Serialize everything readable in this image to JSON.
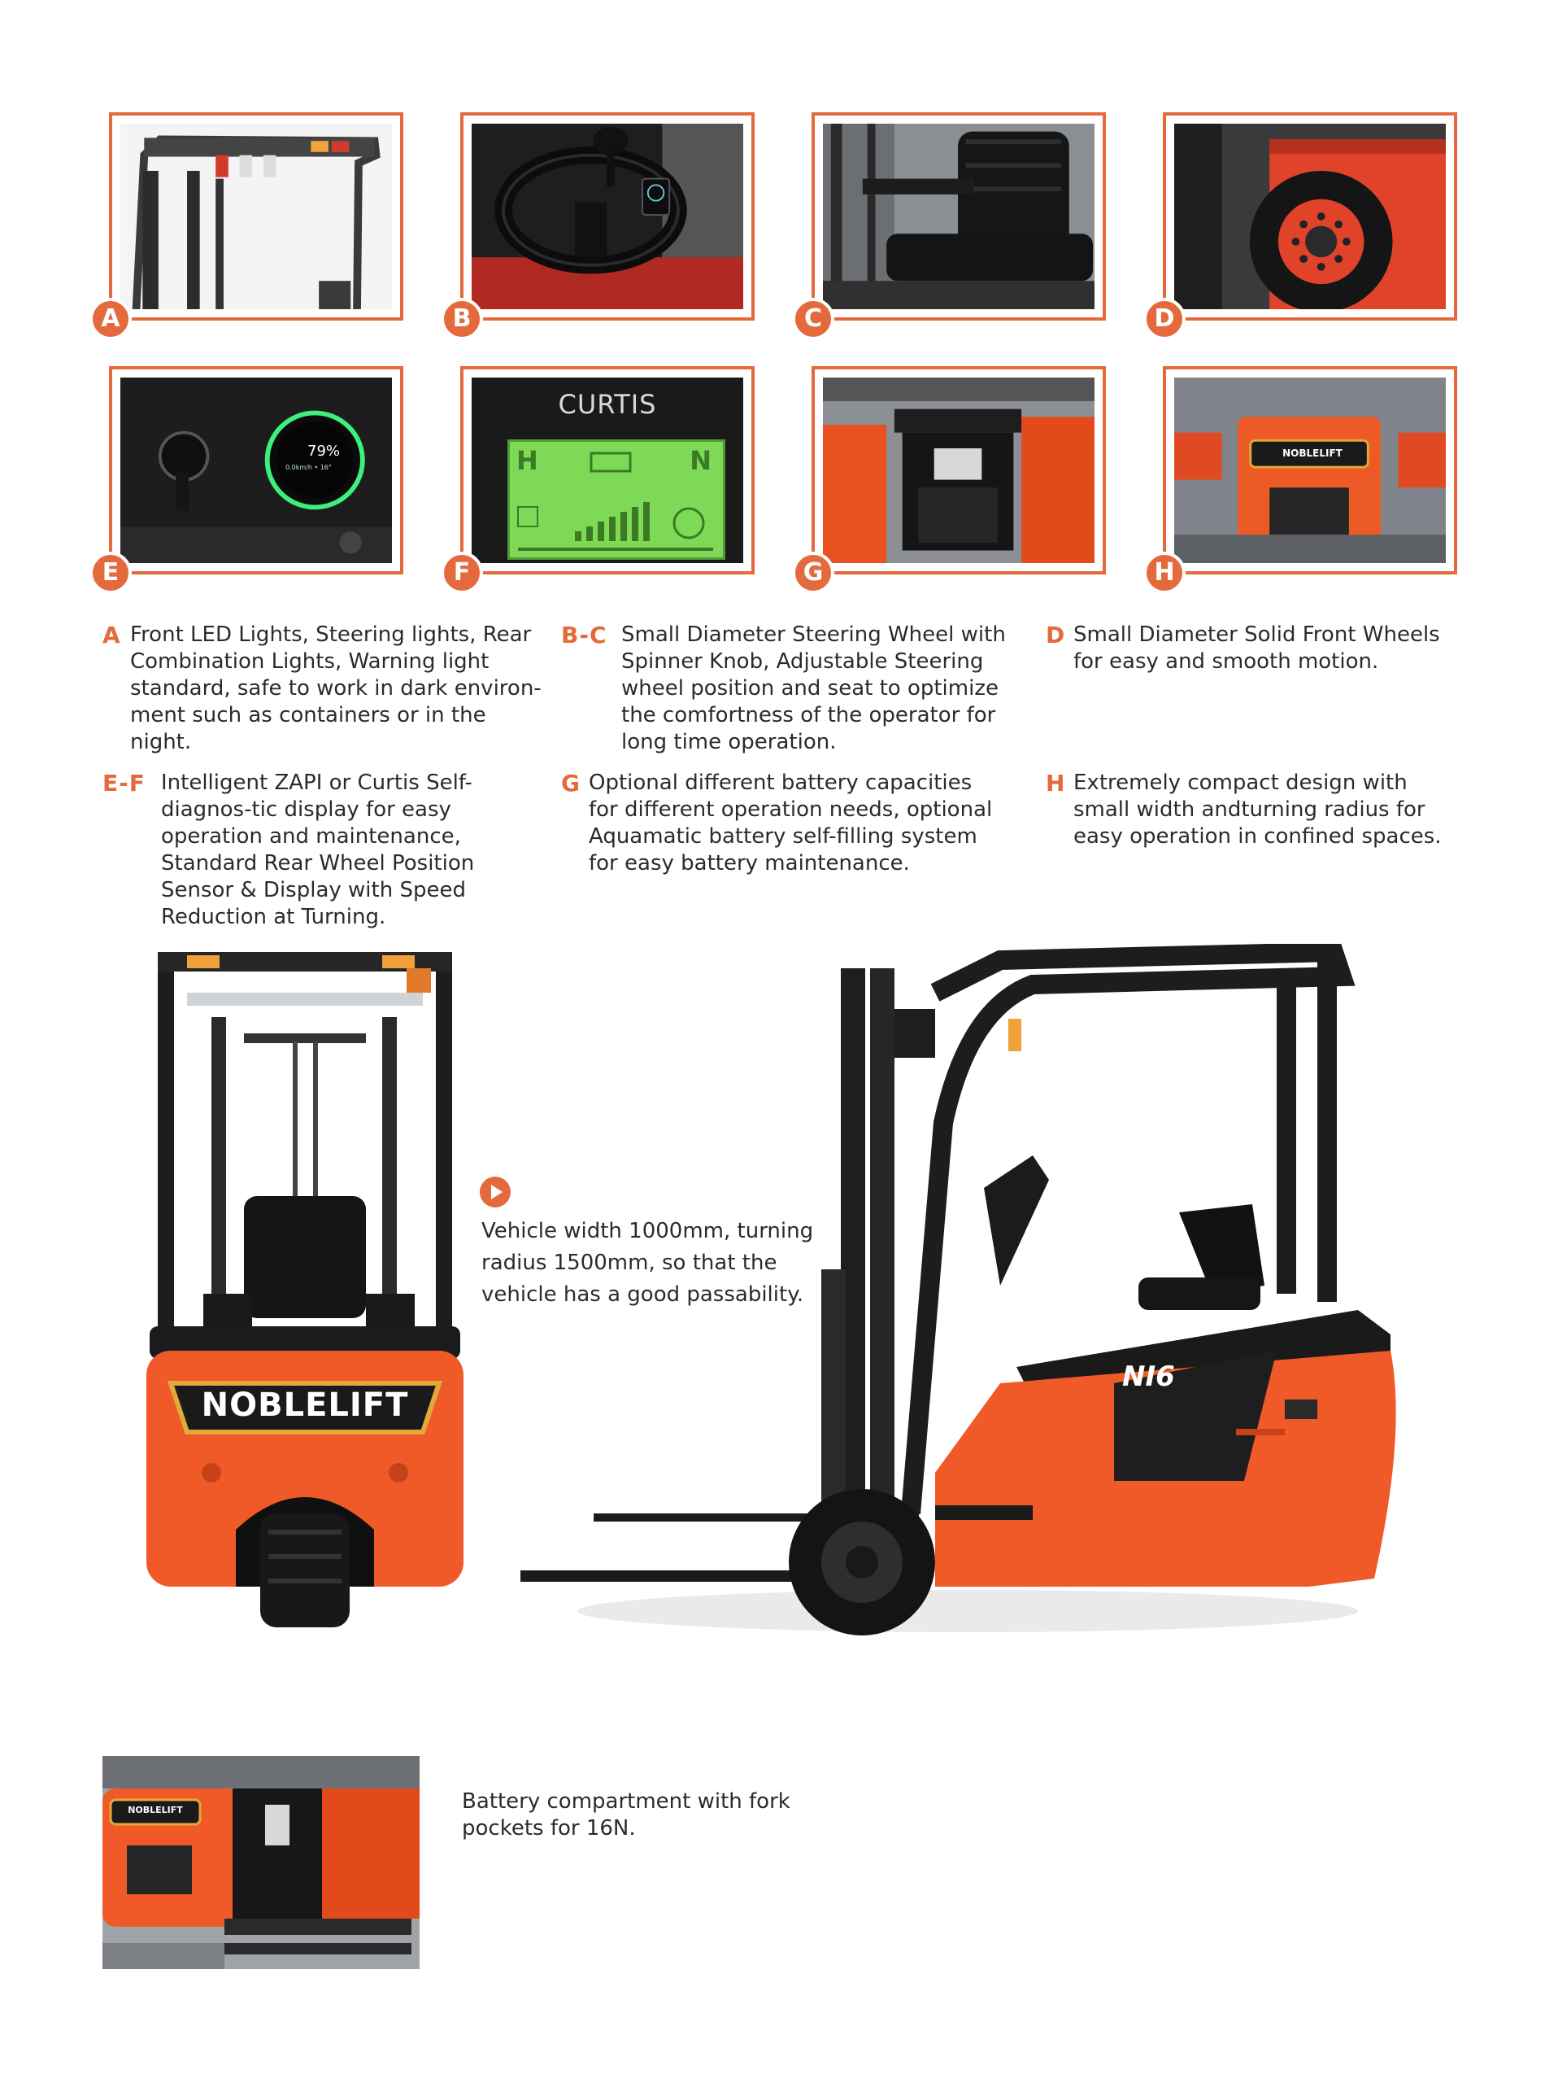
{
  "thumbnails": [
    {
      "letter": "A",
      "icon": "overhead-guard-lights-photo"
    },
    {
      "letter": "B",
      "icon": "steering-wheel-photo"
    },
    {
      "letter": "C",
      "icon": "operator-seat-photo"
    },
    {
      "letter": "D",
      "icon": "front-wheel-photo"
    },
    {
      "letter": "E",
      "icon": "zapi-display-photo",
      "display_percent": "79%",
      "display_sub": "0.0km/h  •  16°"
    },
    {
      "letter": "F",
      "icon": "curtis-display-photo",
      "brand": "CURTIS",
      "left_letter": "H",
      "right_letter": "N"
    },
    {
      "letter": "G",
      "icon": "battery-compartment-photo"
    },
    {
      "letter": "H",
      "icon": "rear-counterweight-photo",
      "brand": "NOBLELIFT"
    }
  ],
  "features": [
    {
      "code": "A",
      "text": "Front LED Lights, Steering lights, Rear Combination Lights, Warning light standard, safe to work in dark environ-ment such as containers or in the night."
    },
    {
      "code": "B-C",
      "text": "Small Diameter Steering Wheel with Spinner Knob, Adjustable Steering wheel position and seat to optimize the comfortness of the operator for long time operation."
    },
    {
      "code": "D",
      "text": "Small Diameter Solid Front Wheels for easy and smooth motion."
    },
    {
      "code": "E-F",
      "text": "Intelligent ZAPI or Curtis Self-diagnos-tic display for easy operation and maintenance, Standard Rear Wheel Position Sensor & Display with Speed Reduction at Turning."
    },
    {
      "code": "G",
      "text": "Optional different battery capacities for different operation needs, optional Aquamatic battery self-filling system for easy battery maintenance."
    },
    {
      "code": "H",
      "text": "Extremely compact design with small width andturning radius for easy operation in confined spaces."
    }
  ],
  "rear_view": {
    "brand": "NOBLELIFT"
  },
  "side_view": {
    "model": "NI6"
  },
  "passability_note": "Vehicle width 1000mm, turning radius 1500mm, so that the vehicle has a good passability.",
  "battery_photo": {
    "brand": "NOBLELIFT"
  },
  "battery_note": "Battery compartment with fork pockets for 16N.",
  "colors": {
    "accent": "#e46a3e",
    "body_orange": "#f05a28",
    "text": "#2b2b2b",
    "lcd_green": "#7ed957"
  }
}
